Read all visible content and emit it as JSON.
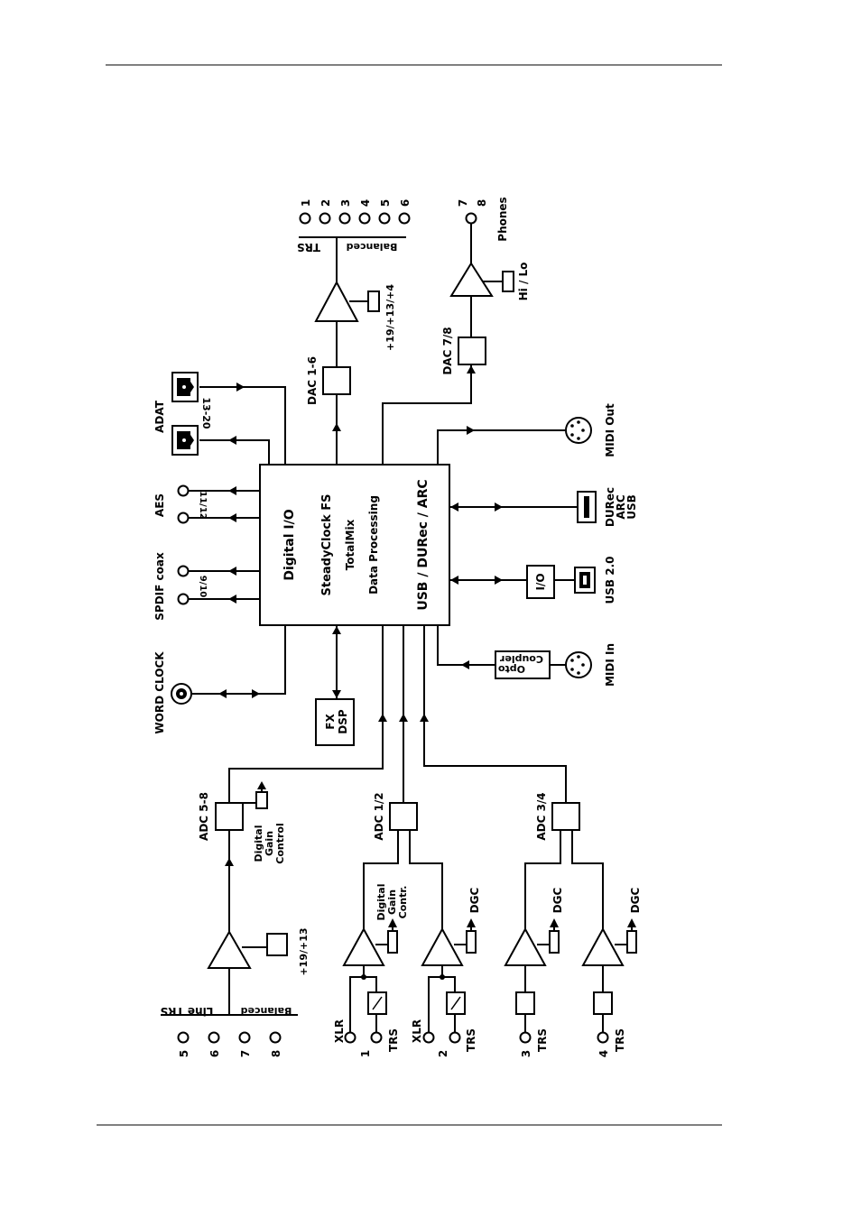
{
  "core": {
    "digital_io": "Digital I/O",
    "steadyclock": "SteadyClock FS",
    "totalmix": "TotalMix",
    "data_processing": "Data Processing",
    "usb_durec_arc": "USB / DURec / ARC"
  },
  "outputs": {
    "dac_1_6": "DAC 1-6",
    "gain_1_6": "+19/+13/+4",
    "trs_label": "TRS",
    "balanced_label": "Balanced",
    "numbers": [
      "1",
      "2",
      "3",
      "4",
      "5",
      "6"
    ],
    "dac_7_8": "DAC 7/8",
    "hi_lo": "Hi / Lo",
    "phones": "Phones",
    "phones_numbers": [
      "7",
      "8"
    ]
  },
  "digital": {
    "adat": "ADAT",
    "adat_ch": "13-20",
    "aes": "AES",
    "aes_ch": "11/12",
    "spdif": "SPDIF coax",
    "spdif_ch": "9/10",
    "word_clock": "WORD CLOCK"
  },
  "right": {
    "midi_out": "MIDI Out",
    "durec_lines": [
      "DURec",
      "ARC",
      "USB"
    ],
    "io": "I/O",
    "usb20": "USB 2.0",
    "opto_lines": [
      "Opto",
      "Coupler"
    ],
    "midi_in": "MIDI In"
  },
  "fx": {
    "lines": [
      "FX",
      "DSP"
    ]
  },
  "inputs": {
    "adc_5_8": "ADC 5-8",
    "adc_1_2": "ADC 1/2",
    "adc_3_4": "ADC 3/4",
    "dgc_5_8_lines": [
      "Digital",
      "Gain",
      "Control"
    ],
    "dgc_1_lines": [
      "Digital",
      "Gain",
      "Contr."
    ],
    "dgc": "DGC",
    "line_trs_lines": [
      "Line TRS",
      "Balanced"
    ],
    "gain_5_8": "+19/+13",
    "line_numbers": [
      "5",
      "6",
      "7",
      "8"
    ],
    "xlr": "XLR",
    "trs": "TRS",
    "ch1": "1",
    "ch2": "2",
    "ch3": "3",
    "ch4": "4"
  }
}
